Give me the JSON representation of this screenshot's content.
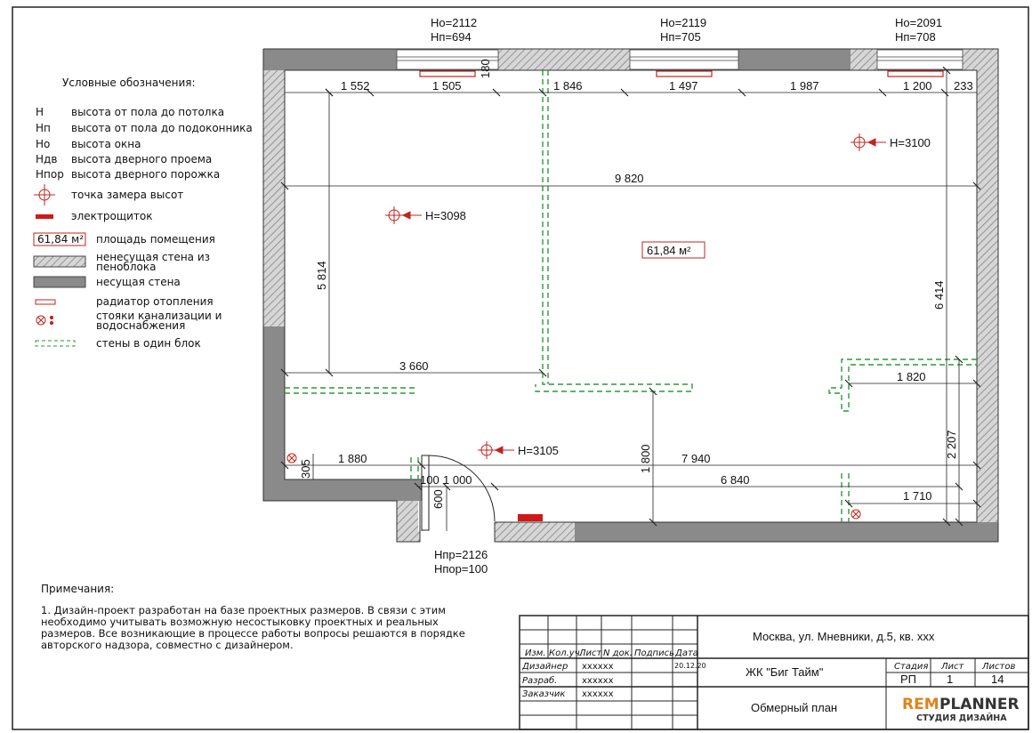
{
  "windows": [
    {
      "ho": "Hо=2112",
      "hp": "Hп=694"
    },
    {
      "ho": "Hо=2119",
      "hp": "Hп=705"
    },
    {
      "ho": "Hо=2091",
      "hp": "Hп=708"
    }
  ],
  "legend": {
    "title": "Условные обозначения:",
    "items": [
      {
        "sym": "H",
        "text": "высота от пола до потолка"
      },
      {
        "sym": "Hп",
        "text": "высота от пола до подоконника"
      },
      {
        "sym": "Hо",
        "text": "высота окна"
      },
      {
        "sym": "Hдв",
        "text": "высота дверного проема"
      },
      {
        "sym": "Hпор",
        "text": "высота дверного порожка"
      },
      {
        "sym": "",
        "text": "точка замера высот"
      },
      {
        "sym": "",
        "text": "электрощиток"
      },
      {
        "sym": "61,84 м²",
        "text": "площадь помещения"
      },
      {
        "sym": "",
        "text": "ненесущая стена из"
      },
      {
        "sym": "",
        "text": "пенoблока"
      },
      {
        "sym": "",
        "text": "несущая стена"
      },
      {
        "sym": "",
        "text": "радиатор отопления"
      },
      {
        "sym": "",
        "text": "стояки канализации и"
      },
      {
        "sym": "",
        "text": "водоснабжения"
      },
      {
        "sym": "",
        "text": "стены в один блок"
      }
    ]
  },
  "dims": {
    "top": [
      "1 552",
      "1 505",
      "180",
      "1 846",
      "1 497",
      "1 987",
      "1 200",
      "233"
    ],
    "total_width": "9 820",
    "left_height": "5 814",
    "right_height": "6 414",
    "partition": "3 660",
    "right_niche": "1 820",
    "right_lower": "2 207",
    "mid_vert": "1 800",
    "bottom_row1": [
      "1 880",
      "7 940"
    ],
    "bottom_row2": [
      "100",
      "1 000",
      "6 840"
    ],
    "small_305": "305",
    "door_600": "600",
    "green_1710": "1 710"
  },
  "heights": [
    "H=3100",
    "H=3098",
    "H=3105"
  ],
  "area": "61,84 м²",
  "door": {
    "hdv": "Hпр=2126",
    "hpor": "Hпор=100"
  },
  "notes": {
    "title": "Примечания:",
    "lines": [
      "1. Дизайн-проект разработан на базе проектных размеров. В связи с этим",
      "необходимо учитывать возможную несостыковку проектных и реальных",
      "размеров. Все возникающие в процессе работы вопросы решаются в порядке",
      "авторского надзора, совместно с дизайнером."
    ]
  },
  "titleblock": {
    "address": "Москва, ул. Мневники, д.5, кв. xxx",
    "complex": "ЖК \"Биг Тайм\"",
    "sheet_name": "Обмерный план",
    "cols": [
      "Изм.",
      "Кол.уч.",
      "Лист",
      "N док.",
      "Подпись",
      "Дата"
    ],
    "rows": [
      {
        "role": "Дизайнер",
        "name": "xxxxxx",
        "date": "20.12.20"
      },
      {
        "role": "Разраб.",
        "name": "xxxxxx",
        "date": ""
      },
      {
        "role": "Заказчик",
        "name": "xxxxxx",
        "date": ""
      }
    ],
    "stage_label": "Стадия",
    "sheet_label": "Лист",
    "sheets_label": "Листов",
    "stage": "РП",
    "sheet": "1",
    "sheets": "14",
    "logo_rem": "REM",
    "logo_planner": "PLANNER",
    "logo_sub": "СТУДИЯ ДИЗАЙНА"
  }
}
